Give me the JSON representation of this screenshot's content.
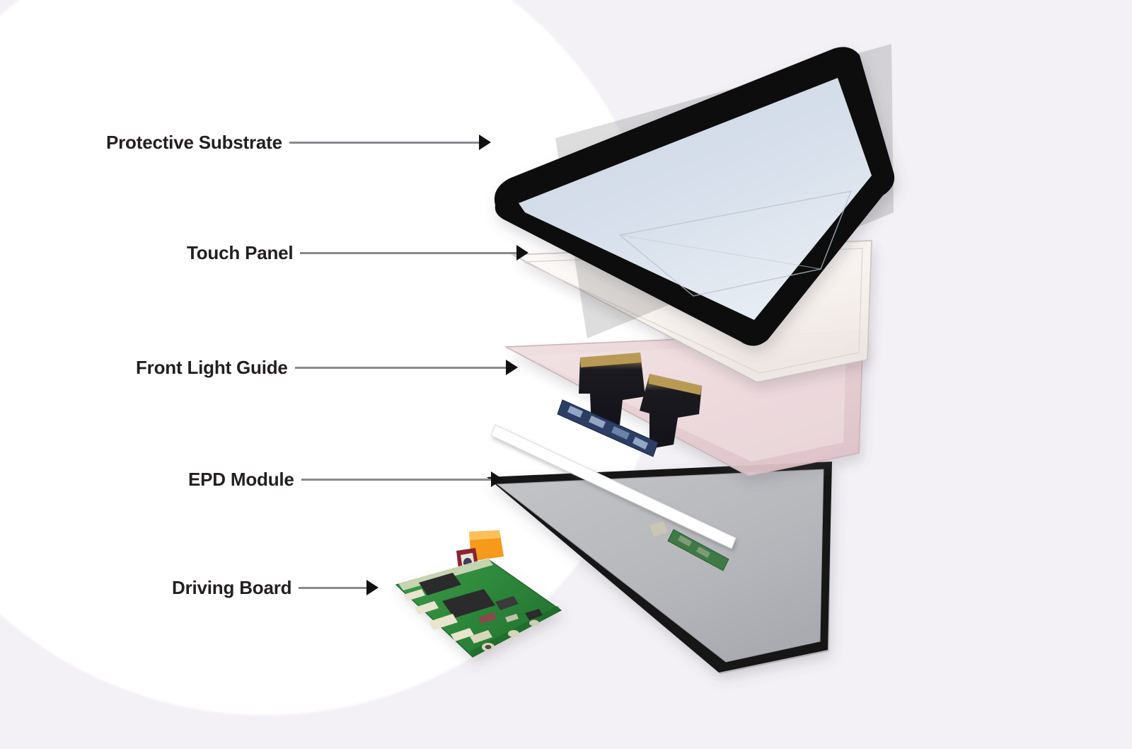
{
  "diagram": {
    "title": "E-Paper Display Module Exploded View",
    "background_color": "#f3f1f5",
    "circle_color": "#ffffff",
    "label_color": "#231f20",
    "leader_line_color": "#8a8a8e",
    "arrowhead_color": "#111114"
  },
  "callouts": [
    {
      "label": "Protective Substrate",
      "arrow_target": "protective-substrate"
    },
    {
      "label": "Touch Panel",
      "arrow_target": "touch-panel"
    },
    {
      "label": "Front Light Guide",
      "arrow_target": "front-light-guide"
    },
    {
      "label": "EPD Module",
      "arrow_target": "epd-module"
    },
    {
      "label": "Driving Board",
      "arrow_target": "driving-board"
    }
  ],
  "layers": [
    {
      "name": "Protective Substrate",
      "description": "Cover glass with black printed bezel and light blue-grey viewing area",
      "bezel_color": "#0d0d0f",
      "glass_color": "#cfd8e4",
      "glass_color_2": "#e3e9f1"
    },
    {
      "name": "Touch Panel",
      "description": "Transparent capacitive touch sensor film",
      "sheet_color": "#fbf8f6",
      "edge_color": "#c9c4c0"
    },
    {
      "name": "Front Light Guide",
      "description": "Rose-tinted light guide plate with edge LED bar, FPC flex cables and driver strip",
      "plate_color": "#e7cdd2",
      "plate_color_2": "#f3e2e4",
      "lightbar_color": "#ffffff",
      "flex_color": "#16161c",
      "flex_edge_color": "#b99a55",
      "driver_strip_color": "#2c3e63"
    },
    {
      "name": "EPD Module",
      "description": "Electrophoretic display panel, grey active area with black frame and green source PCB",
      "panel_color": "#b9babd",
      "frame_color": "#141418",
      "pcb_color": "#3f7a46"
    },
    {
      "name": "Driving Board",
      "description": "Green controller PCB with ICs, connectors and orange FFC ribbon cable",
      "pcb_color": "#2f8a3e",
      "pcb_color_2": "#4aa054",
      "chip_color": "#2b2b2b",
      "connector_color": "#e8e4cd",
      "ribbon_color": "#f59a1a",
      "ribbon_tab_color": "#8c2330"
    }
  ]
}
